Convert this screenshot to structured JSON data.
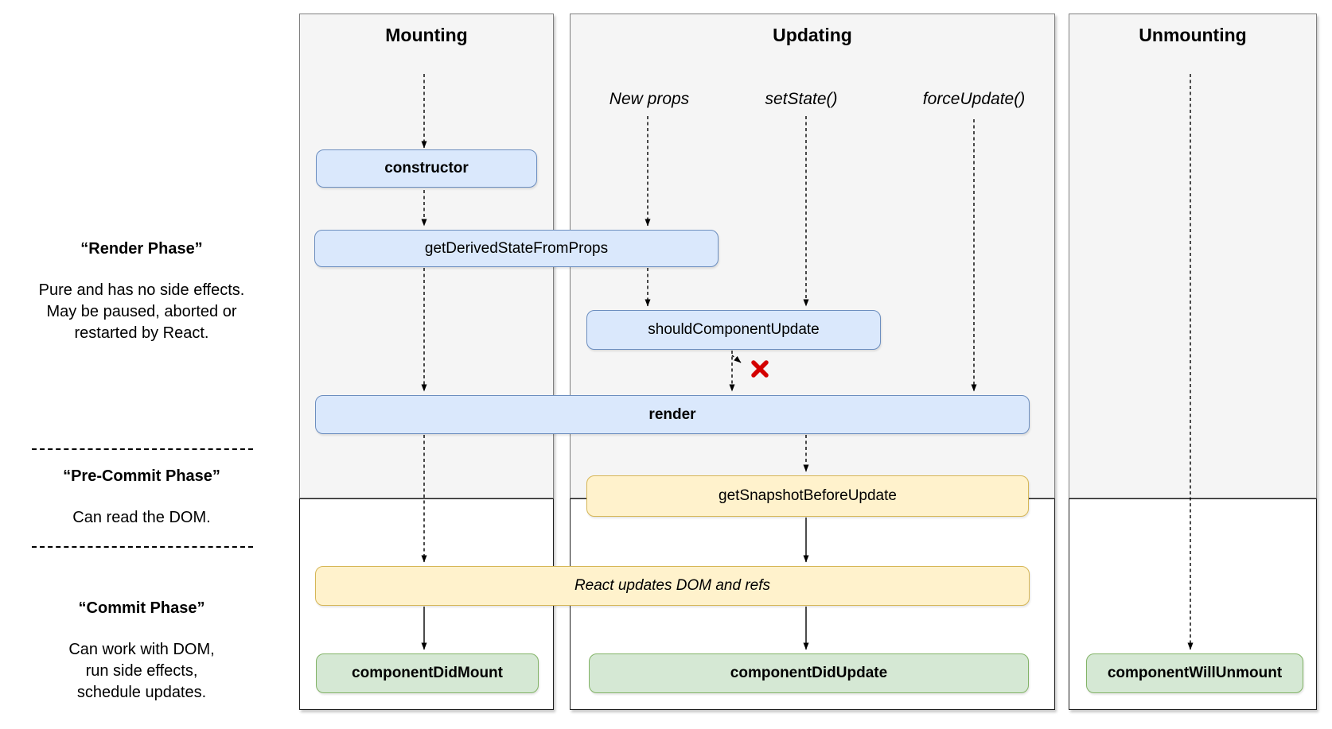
{
  "diagram": {
    "kind": "react-lifecycle-methods-diagram"
  },
  "colors": {
    "panel_background": "#f5f5f5",
    "panel_border_gray": "#7f7f7f",
    "panel_border_dark": "#1f1f1f",
    "blue_fill": "#dae8fc",
    "blue_border": "#6c8ebf",
    "yellow_fill": "#fff2cc",
    "yellow_border": "#d6b656",
    "green_fill": "#d5e8d4",
    "green_border": "#82b366",
    "red_x": "#d40000",
    "arrow": "#000000"
  },
  "columns": {
    "mounting": {
      "title": "Mounting"
    },
    "updating": {
      "title": "Updating",
      "triggers": {
        "new_props": "New props",
        "set_state": "setState()",
        "force_update": "forceUpdate()"
      }
    },
    "unmounting": {
      "title": "Unmounting"
    }
  },
  "phases": {
    "render_phase": {
      "title": "“Render Phase”",
      "line1": "Pure and has no side effects.",
      "line2": "May be paused, aborted or",
      "line3": "restarted by React."
    },
    "pre_commit_phase": {
      "title": "“Pre-Commit Phase”",
      "line1": "Can read the DOM."
    },
    "commit_phase": {
      "title": "“Commit Phase”",
      "line1": "Can work with DOM,",
      "line2": "run side effects,",
      "line3": "schedule updates."
    }
  },
  "boxes": {
    "constructor": "constructor",
    "get_derived_state_from_props": "getDerivedStateFromProps",
    "should_component_update": "shouldComponentUpdate",
    "render": "render",
    "get_snapshot_before_update": "getSnapshotBeforeUpdate",
    "react_updates": "React updates DOM and refs",
    "component_did_mount": "componentDidMount",
    "component_did_update": "componentDidUpdate",
    "component_will_unmount": "componentWillUnmount"
  }
}
